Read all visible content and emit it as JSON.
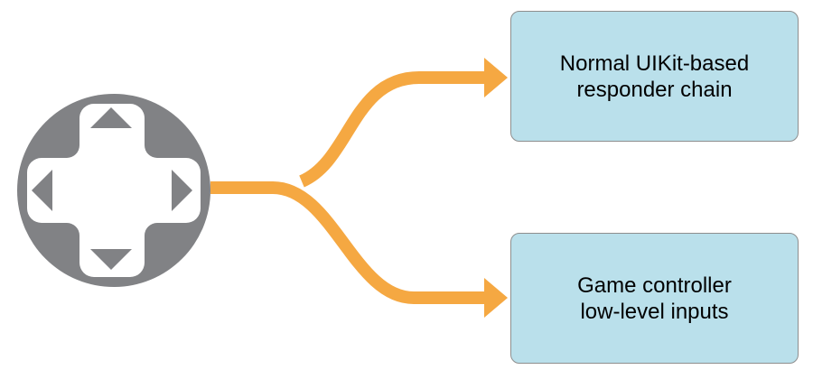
{
  "diagram": {
    "source": {
      "icon": "dpad-icon"
    },
    "nodes": {
      "responder_chain": {
        "line1": "Normal UIKit-based",
        "line2": "responder chain"
      },
      "low_level": {
        "line1": "Game controller",
        "line2": "low-level inputs"
      }
    },
    "colors": {
      "arrow_orange": "#F5A842",
      "dpad_gray": "#818285",
      "node_fill": "#BAE0EB",
      "node_border": "#8E8E8E",
      "node_text": "#000000",
      "background": "#FFFFFF"
    }
  }
}
